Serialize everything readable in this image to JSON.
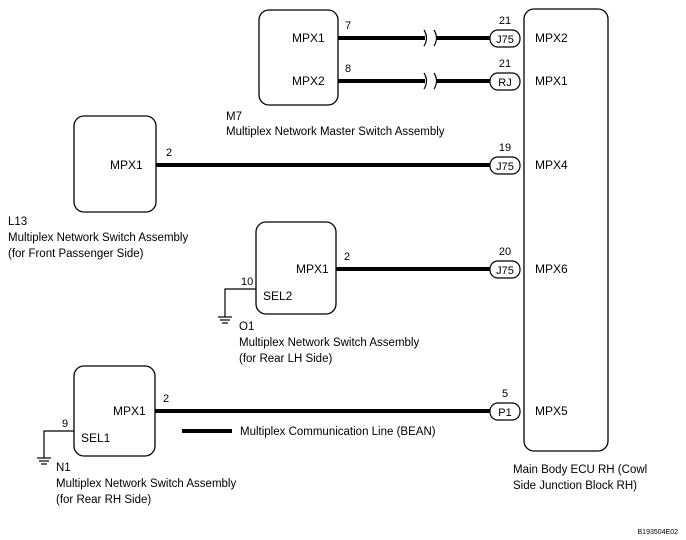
{
  "components": {
    "m7": {
      "code": "M7",
      "name": "Multiplex Network Master Switch Assembly",
      "terminals": [
        {
          "label": "MPX1",
          "pin": "7",
          "conn_pin": "21",
          "connector": "J75",
          "ecu_terminal": "MPX2"
        },
        {
          "label": "MPX2",
          "pin": "8",
          "conn_pin": "21",
          "connector": "RJ",
          "ecu_terminal": "MPX1"
        }
      ]
    },
    "l13": {
      "code": "L13",
      "name_line1": "Multiplex Network Switch Assembly",
      "name_line2": "(for Front Passenger Side)",
      "terminal": {
        "label": "MPX1",
        "pin": "2",
        "conn_pin": "19",
        "connector": "J75",
        "ecu_terminal": "MPX4"
      }
    },
    "o1": {
      "code": "O1",
      "name_line1": "Multiplex Network Switch Assembly",
      "name_line2": "(for Rear LH Side)",
      "terminal": {
        "label": "MPX1",
        "pin": "2",
        "conn_pin": "20",
        "connector": "J75",
        "ecu_terminal": "MPX6"
      },
      "sel": {
        "label": "SEL2",
        "pin": "10"
      }
    },
    "n1": {
      "code": "N1",
      "name_line1": "Multiplex Network Switch Assembly",
      "name_line2": "(for Rear RH Side)",
      "terminal": {
        "label": "MPX1",
        "pin": "2",
        "conn_pin": "5",
        "connector": "P1",
        "ecu_terminal": "MPX5"
      },
      "sel": {
        "label": "SEL1",
        "pin": "9"
      }
    },
    "ecu": {
      "name_line1": "Main Body ECU RH (Cowl",
      "name_line2": "Side Junction Block RH)"
    }
  },
  "legend": {
    "label": "Multiplex Communication Line (BEAN)"
  },
  "figure_id": "B193504E02"
}
